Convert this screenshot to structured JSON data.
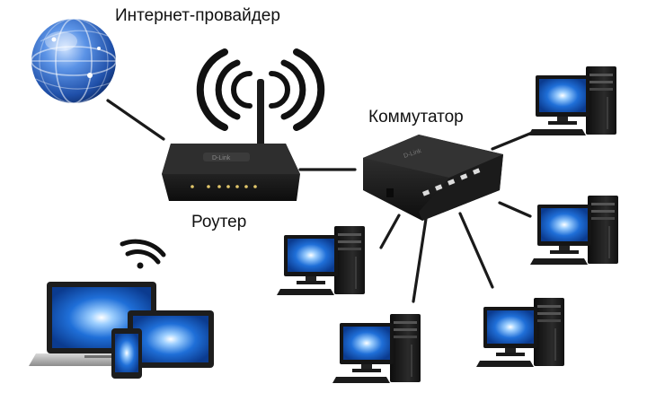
{
  "labels": {
    "isp": "Интернет-провайдер",
    "switch": "Коммутатор",
    "router": "Роутер"
  },
  "devices": {
    "router_brand": "D-Link"
  },
  "colors": {
    "background": "#ffffff",
    "link_line": "#1a1a1a",
    "screen_blue": "#1e63c8",
    "globe_blue": "#2f6fd0",
    "device_body": "#1b1b1b"
  },
  "icons": [
    "globe-icon",
    "wifi-icon",
    "router-icon",
    "switch-icon",
    "desktop-pc-icon",
    "laptop-icon",
    "tablet-icon",
    "smartphone-icon"
  ]
}
